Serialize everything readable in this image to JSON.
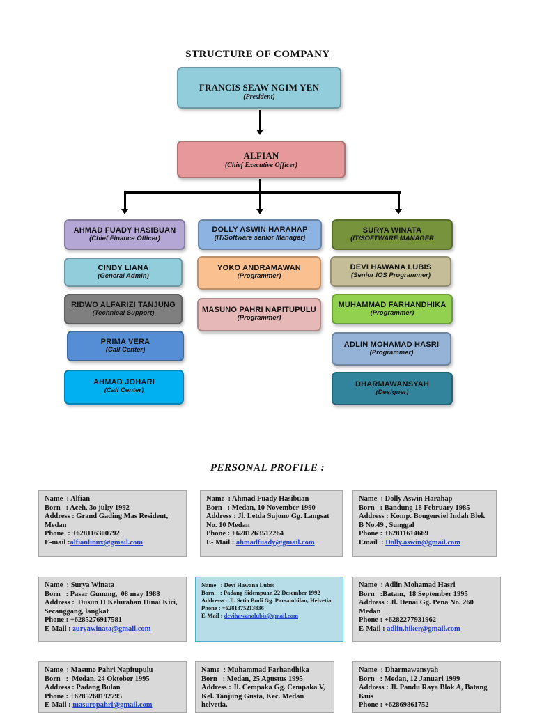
{
  "title": "STRUCTURE OF COMPANY",
  "org": {
    "president": {
      "name": "FRANCIS SEAW NGIM YEN",
      "role": "(President)"
    },
    "ceo": {
      "name": "ALFIAN",
      "role": "(Chief Executive Officer)"
    },
    "left": [
      {
        "name": "AHMAD FUADY HASIBUAN",
        "role": "(Chief Finance Officer)",
        "color": "#b4a7d6"
      },
      {
        "name": "CINDY LIANA",
        "role": "(General Admin)",
        "color": "#92cddc"
      },
      {
        "name": "RIDWO ALFARIZI TANJUNG",
        "role": "(Technical Support)",
        "color": "#7f7f7f"
      },
      {
        "name": "PRIMA VERA",
        "role": "(Call Center)",
        "color": "#558ed5"
      },
      {
        "name": "AHMAD JOHARI",
        "role": "(Call Center)",
        "color": "#00b0f0"
      }
    ],
    "middle": [
      {
        "name": "DOLLY ASWIN HARAHAP",
        "role": "(IT/Software senior Manager)",
        "color": "#8db3e2"
      },
      {
        "name": "YOKO ANDRAMAWAN",
        "role": "(Programmer)",
        "color": "#fac090"
      },
      {
        "name": "MASUNO PAHRI NAPITUPULU",
        "role": "(Programmer)",
        "color": "#e6b9b8"
      }
    ],
    "right": [
      {
        "name": "SURYA WINATA",
        "role": "(IT/SOFTWARE MANAGER",
        "color": "#77933c"
      },
      {
        "name": "DEVI HAWANA LUBIS",
        "role": "(Senior IOS Programmer)",
        "color": "#c4bd97"
      },
      {
        "name": "MUHAMMAD FARHANDHIKA",
        "role": "(Programmer)",
        "color": "#92d050"
      },
      {
        "name": "ADLIN MOHAMAD HASRI",
        "role": "(Programmer)",
        "color": "#95b3d7"
      },
      {
        "name": "DHARMAWANSYAH",
        "role": "(Designer)",
        "color": "#31849b"
      }
    ]
  },
  "profile_heading": "PERSONAL PROFILE :",
  "profiles": [
    {
      "lines": [
        "Name  : Alfian",
        "Born   : Aceh, 3o jul;y 1992",
        "Address : Grand Gading Mas Resident, Medan",
        "Phone  : +628116300792"
      ],
      "email_label": "E-mail :",
      "email": "alfianlinux@gmail.com"
    },
    {
      "lines": [
        "Name  : Ahmad Fuady Hasibuan",
        "Born   : Medan, 10 November 1990",
        "Address : Jl. Letda Sujono Gg. Langsat No. 10 Medan",
        "Phone : +6281263512264"
      ],
      "email_label": "E- Mail : ",
      "email": "ahmadfuady@gmail.com"
    },
    {
      "lines": [
        "Name  : Dolly Aswin Harahap",
        "Born   : Bandung 18 February 1985",
        "Address : Komp. Bougenviel Indah Blok B No.49 , Sunggal",
        "Phone : +62811614669"
      ],
      "email_label": "Email  : ",
      "email": "Dolly.aswin@gmail.com"
    },
    {
      "lines": [
        "Name  : Surya Winata",
        "Born   : Pasar Gunung,  08 may 1988",
        "Address :  Dusun II Kelurahan Hinai Kiri, Secanggang, langkat",
        "Phone : +6285276917581"
      ],
      "email_label": "E-Mail : ",
      "email": "zuryawinata@gmail.com"
    },
    {
      "lines": [
        "Name   : Devi Hawana Lubis",
        "Born    : Padang Sidempuan 22 Desember 1992",
        "Addresss : Jl. Setia Budi Gg. Parsambilan, Helvetia",
        "Phone : +6281375213836"
      ],
      "email_label": "E-Mail : ",
      "email": "devihawanalubis@gmail.com",
      "blue": true
    },
    {
      "lines": [
        "Name  : Adlin Mohamad Hasri",
        "Born   :Batam,  18 September 1995",
        "Address : Jl. Denai Gg. Pena No. 260 Medan",
        "Phone : +6282277931962"
      ],
      "email_label": "E-Mail : ",
      "email": "adlin.hiker@gmail.com"
    },
    {
      "lines": [
        "Name  : Masuno Pahri Napitupulu",
        "Born   :  Medan, 24 Oktober 1995",
        "Address : Padang Bulan",
        "Phone : +6285260192795"
      ],
      "email_label": "E-Mail : ",
      "email": "masuropahri@gmail.com"
    },
    {
      "lines": [
        "Name  : Muhammad Farhandhika",
        "Born   : Medan, 25 Agustus 1995",
        "Address : Jl. Cempaka Gg. Cempaka V, Kel. Tanjung Gusta, Kec. Medan helvetia."
      ],
      "email_label": "",
      "email": ""
    },
    {
      "lines": [
        "Name  : Dharmawansyah",
        "Born   : Medan, 12 Januari 1999",
        "Address : Jl. Pandu Raya Blok A, Batang Kuis",
        "Phone : +62869861752"
      ],
      "email_label": "",
      "email": ""
    }
  ]
}
